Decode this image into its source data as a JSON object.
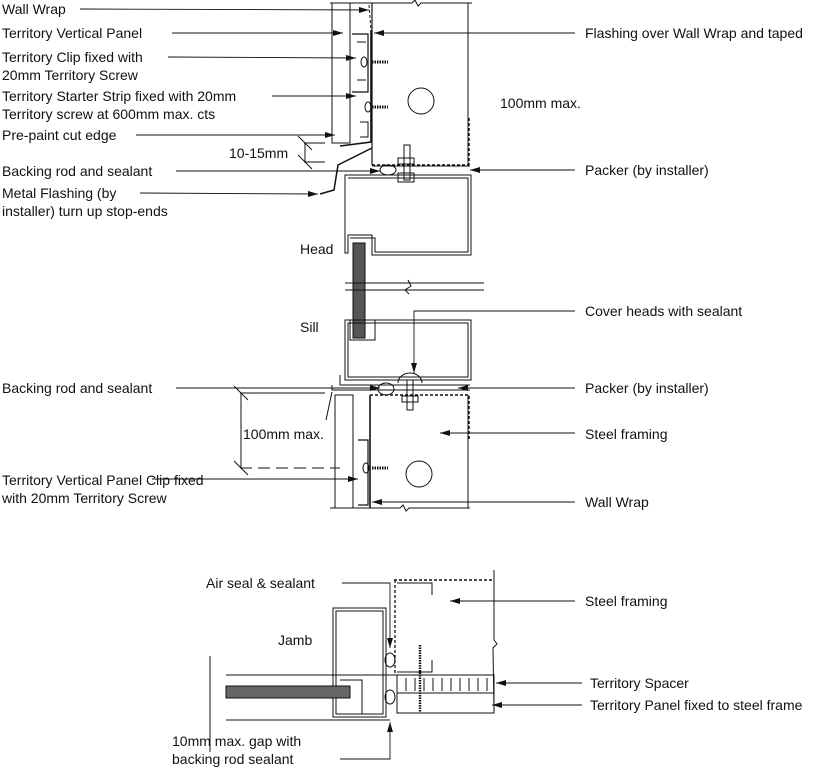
{
  "diagram": {
    "type": "construction-detail",
    "sections": [
      "head-and-sill-section",
      "jamb-section"
    ]
  },
  "labels": {
    "wall_wrap_top": "Wall Wrap",
    "vertical_panel": "Territory Vertical Panel",
    "clip_line1": "Territory Clip fixed with",
    "clip_line2": "20mm Territory Screw",
    "starter_line1": "Territory Starter Strip fixed with 20mm",
    "starter_line2": "Territory screw at 600mm max. cts",
    "preppaint": "Pre-paint cut edge",
    "dim_10_15": "10-15mm",
    "backing_rod_top": "Backing rod and sealant",
    "metal_flashing_line1": "Metal Flashing (by",
    "metal_flashing_line2": "installer) turn up stop-ends",
    "flashing_over_wrap": "Flashing over Wall Wrap and taped",
    "dim_100_top": "100mm max.",
    "packer_top": "Packer (by installer)",
    "head": "Head",
    "sill": "Sill",
    "cover_heads": "Cover heads with sealant",
    "backing_rod_bottom": "Backing rod and sealant",
    "packer_bottom": "Packer (by installer)",
    "dim_100_bottom": "100mm max.",
    "steel_framing_mid": "Steel framing",
    "vpanel_clip_line1": "Territory Vertical Panel Clip fixed",
    "vpanel_clip_line2": "with 20mm Territory Screw",
    "wall_wrap_bottom": "Wall Wrap",
    "air_seal": "Air seal & sealant",
    "steel_framing_jamb": "Steel framing",
    "jamb": "Jamb",
    "territory_spacer": "Territory Spacer",
    "territory_panel_fixed": "Territory Panel fixed to steel frame",
    "gap_line1": "10mm max. gap with",
    "gap_line2": "backing rod sealant"
  }
}
